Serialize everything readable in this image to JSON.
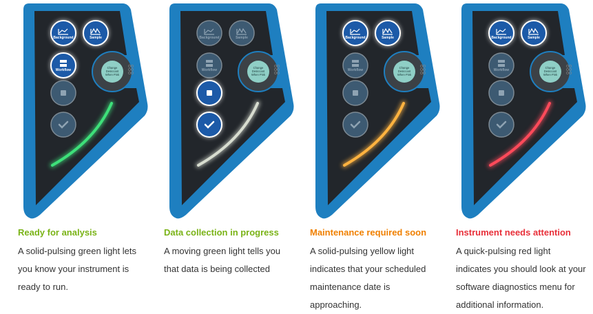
{
  "buttons": {
    "background": "Background",
    "sample": "Sample",
    "workflow": "Workflow"
  },
  "desiccant": [
    "Change",
    "Desiccant",
    "When Pink"
  ],
  "colors": {
    "panel_frame": "#1e7fc0",
    "panel_face": "#22262b",
    "green_title": "#7ab317",
    "orange_title": "#f08000",
    "red_title": "#e8303a"
  },
  "states": [
    {
      "title": "Ready for analysis",
      "title_color": "#7ab317",
      "light_color": "#3ee07a",
      "lit_buttons": [
        "background",
        "sample",
        "workflow"
      ],
      "lines": [
        "A solid-pulsing green light lets",
        "you know your instrument is",
        "ready to run."
      ]
    },
    {
      "title": "Data collection in progress",
      "title_color": "#7ab317",
      "light_color": "#d8ddd0",
      "lit_buttons": [
        "stop",
        "check"
      ],
      "lines": [
        "A moving green light tells you",
        "that data is being collected"
      ]
    },
    {
      "title": "Maintenance required soon",
      "title_color": "#f08000",
      "light_color": "#ffb340",
      "lit_buttons": [
        "background",
        "sample"
      ],
      "lines": [
        "A solid-pulsing yellow light",
        "indicates that your scheduled",
        "maintenance date is",
        "approaching."
      ]
    },
    {
      "title": "Instrument needs attention",
      "title_color": "#e8303a",
      "light_color": "#ff4a5a",
      "lit_buttons": [
        "background",
        "sample"
      ],
      "lines": [
        "A quick-pulsing red light",
        "indicates you should look at your",
        "software diagnostics menu for",
        "additional information."
      ]
    }
  ]
}
